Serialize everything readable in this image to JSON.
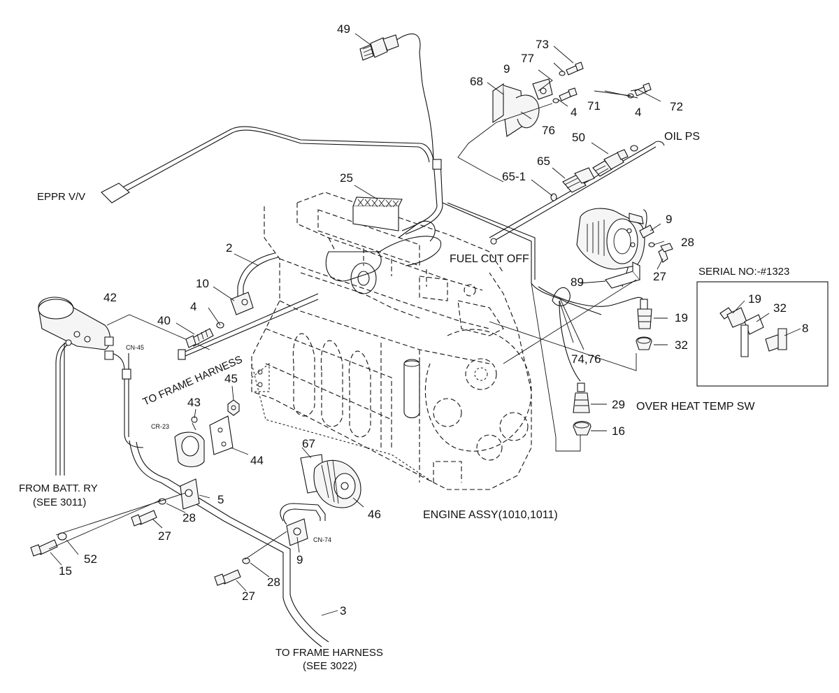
{
  "drawing": {
    "part_numbers": {
      "p49": "49",
      "p73": "73",
      "p77": "77",
      "p9a": "9",
      "p68": "68",
      "p71": "71",
      "p4a": "4",
      "p4b": "4",
      "p72": "72",
      "p76": "76",
      "p50": "50",
      "p65": "65",
      "p651": "65-1",
      "p25": "25",
      "p9b": "9",
      "p28a": "28",
      "p27a": "27",
      "p2": "2",
      "p89": "89",
      "p10": "10",
      "p42": "42",
      "p4c": "4",
      "p40": "40",
      "p19a": "19",
      "p32a": "32",
      "p19b": "19",
      "p32b": "32",
      "p8": "8",
      "p7476": "74,76",
      "p45": "45",
      "p43": "43",
      "p29": "29",
      "p16": "16",
      "p44": "44",
      "p67": "67",
      "p5": "5",
      "p28b": "28",
      "p46": "46",
      "p27b": "27",
      "p52": "52",
      "p9c": "9",
      "p15": "15",
      "p28c": "28",
      "p27c": "27",
      "p3": "3"
    },
    "labels": {
      "eppr": "EPPR V/V",
      "oil_ps": "OIL PS",
      "fuel_cut_off": "FUEL CUT OFF",
      "serial_no": "SERIAL NO:-#1323",
      "to_frame_harness_diag": "TO FRAME HARNESS",
      "over_heat": "OVER HEAT TEMP SW",
      "from_batt_1": "FROM BATT. RY",
      "from_batt_2": "(SEE 3011)",
      "engine_assy": "ENGINE ASSY(1010,1011)",
      "to_frame_harness_1": "TO FRAME HARNESS",
      "to_frame_harness_2": "(SEE 3022)",
      "cn45": "CN-45",
      "cr23": "CR-23",
      "cn74": "CN-74"
    }
  }
}
